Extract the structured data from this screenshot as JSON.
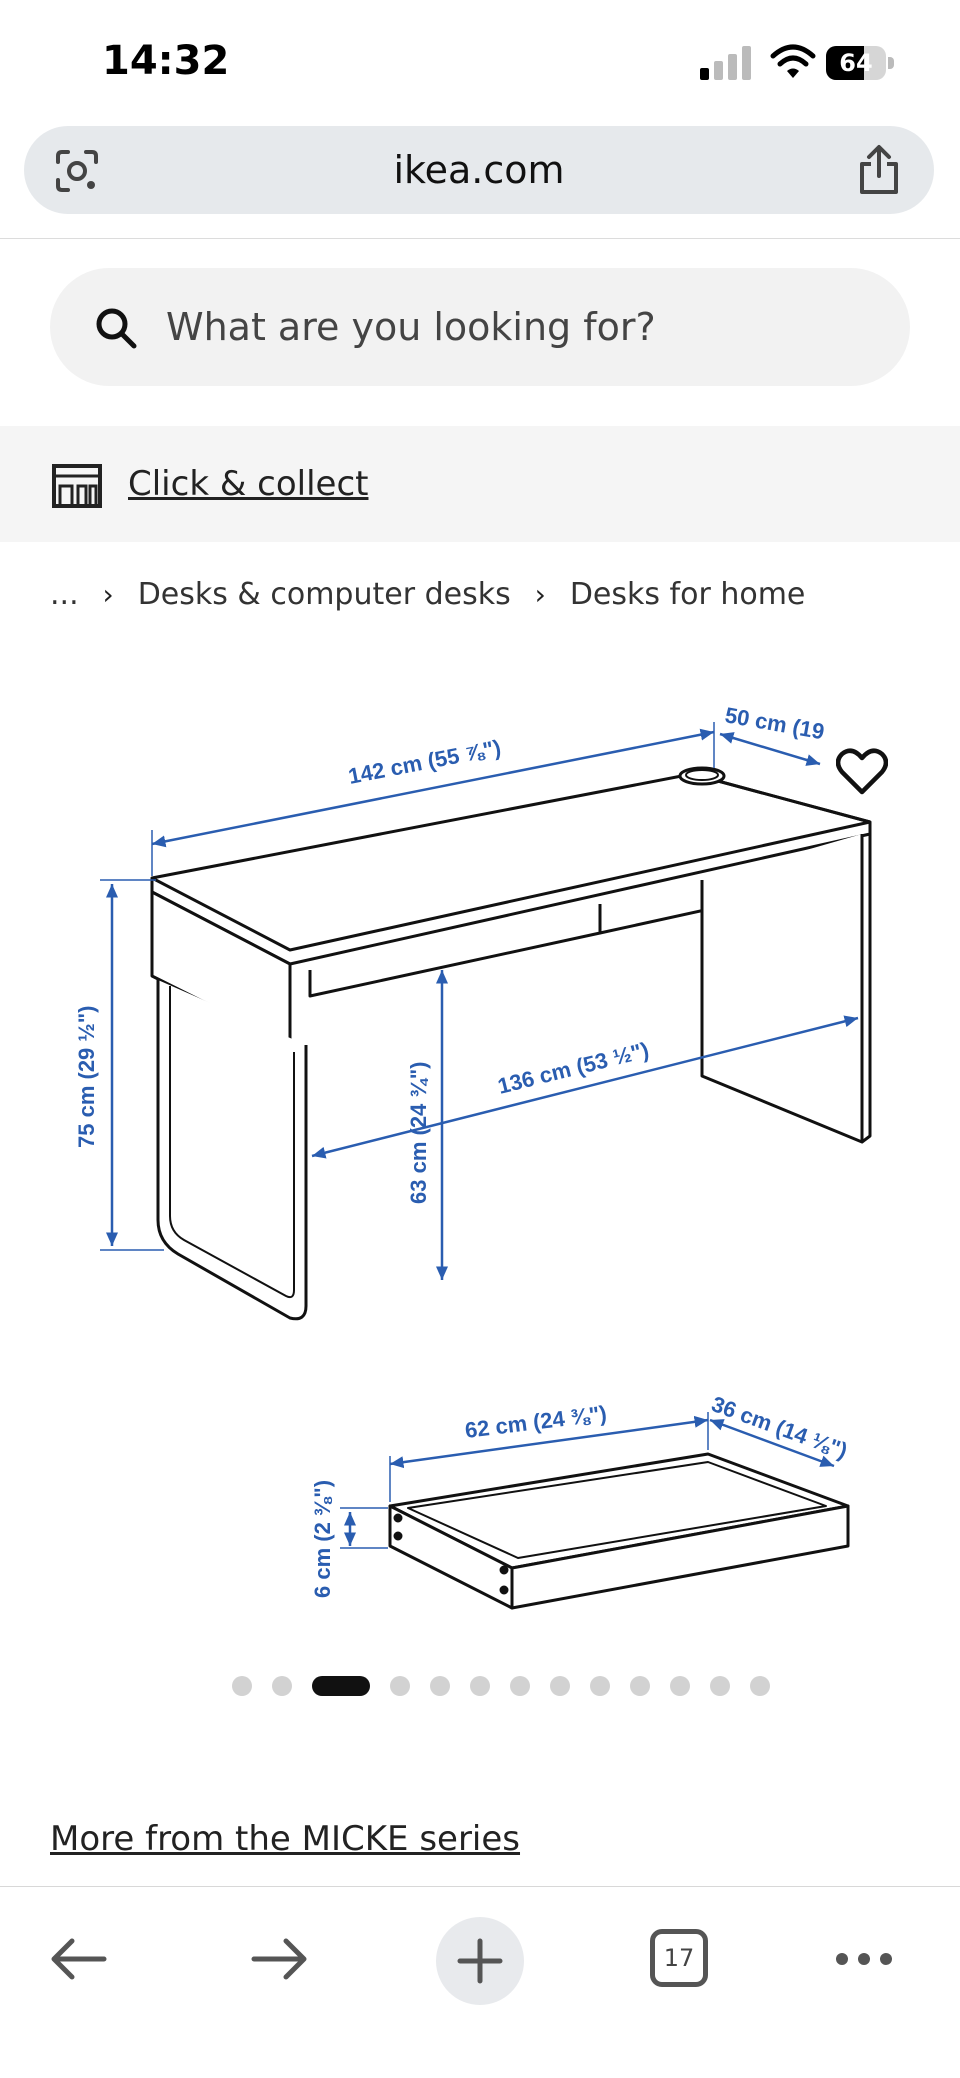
{
  "status_bar": {
    "time": "14:32",
    "battery_level": "64",
    "battery_fraction": 0.64,
    "icons": [
      "cellular-signal-icon",
      "wifi-icon",
      "battery-icon"
    ]
  },
  "browser": {
    "url": "ikea.com",
    "icons": [
      "google-lens-icon",
      "share-icon"
    ]
  },
  "search": {
    "placeholder": "What are you looking for?"
  },
  "click_collect": {
    "label": "Click & collect"
  },
  "breadcrumb": {
    "ellipsis": "...",
    "items": [
      "Desks & computer desks",
      "Desks for home"
    ]
  },
  "product_image": {
    "desk": {
      "width": "142 cm (55 ⅞\")",
      "depth": "50 cm (19",
      "height": "75 cm (29 ½\")",
      "under_height": "63 cm (24 ¾\")",
      "leg_space": "136 cm (53 ½\")"
    },
    "drawer": {
      "width": "62 cm (24 ⅜\")",
      "depth": "36 cm (14 ⅛\")",
      "height": "6 cm (2 ⅜\")"
    }
  },
  "carousel": {
    "count": 13,
    "active_index": 2
  },
  "series_link": "More from the MICKE series",
  "toolbar": {
    "tab_count": "17",
    "icons": [
      "back-arrow-icon",
      "forward-arrow-icon",
      "new-tab-plus-icon",
      "tabs-icon",
      "more-icon"
    ]
  },
  "colors": {
    "dimension_blue": "#2a5db0",
    "drawing_line": "#111111",
    "url_bar_bg": "#e6e9ec",
    "search_bg": "#f2f2f2",
    "band_bg": "#f5f5f5",
    "dot_inactive": "#d2d2d2",
    "dot_active": "#111111"
  }
}
